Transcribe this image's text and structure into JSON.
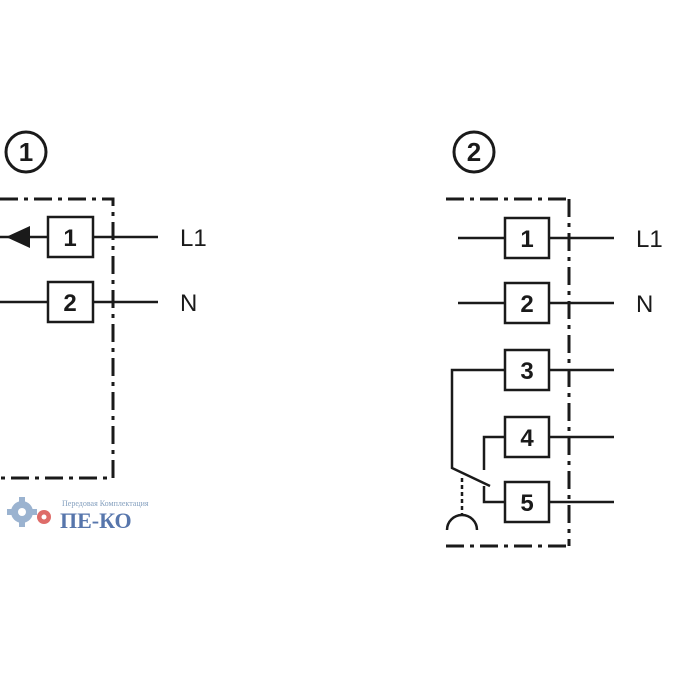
{
  "diagram_1": {
    "number": "1",
    "terminals": [
      "1",
      "2"
    ],
    "labels": [
      "L1",
      "N"
    ]
  },
  "diagram_2": {
    "number": "2",
    "terminals": [
      "1",
      "2",
      "3",
      "4",
      "5"
    ],
    "labels": [
      "L1",
      "N"
    ]
  },
  "logo": {
    "subtitle": "Передовая Комплектация",
    "name": "ПЕ-КО",
    "colors": {
      "primary": "#3a5f9e",
      "accent": "#d9534f",
      "gear": "#8aa6c8"
    }
  },
  "colors": {
    "ink": "#1a1a1a",
    "background": "#ffffff"
  }
}
